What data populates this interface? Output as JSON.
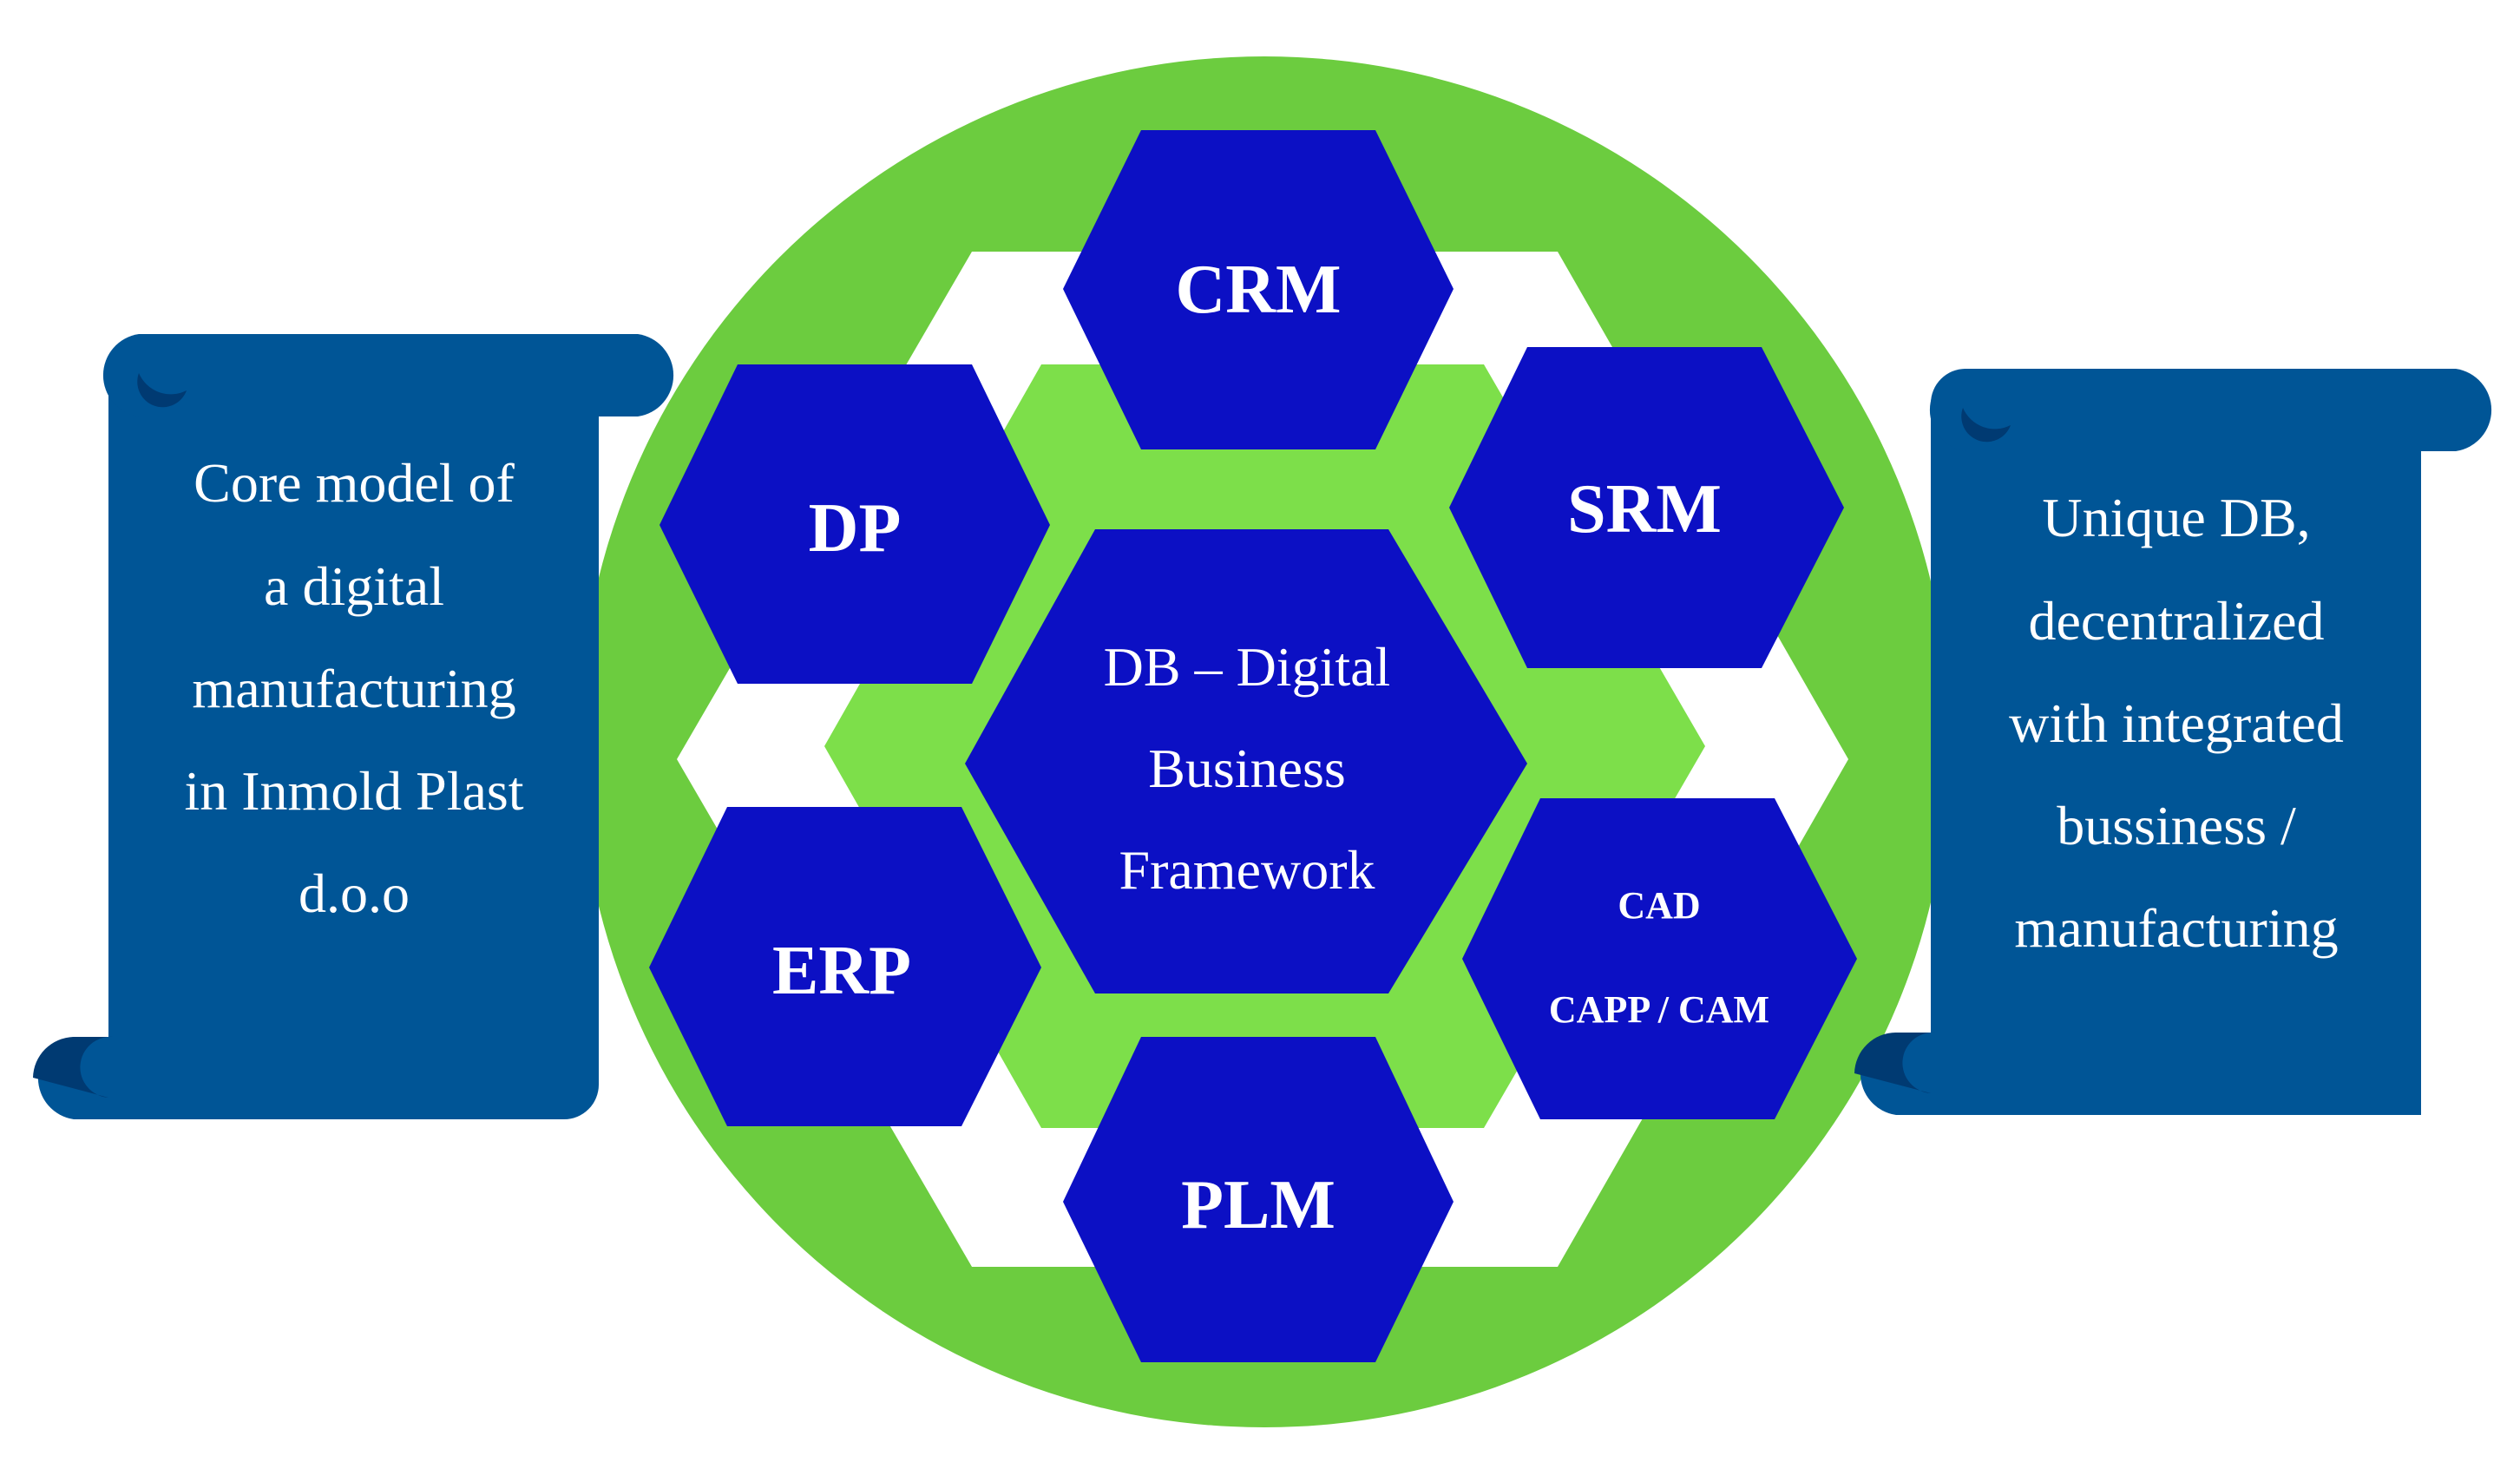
{
  "colors": {
    "circle_green": "#6ccc3f",
    "inner_green": "#7ddf4a",
    "hex_blue": "#0c10c4",
    "scroll_blue": "#005596",
    "scroll_dark": "#003a72",
    "background": "#ffffff"
  },
  "left_scroll": {
    "lines": [
      "Core model of",
      "a digital",
      "manufacturing",
      "in Inmold Plast",
      "d.o.o"
    ]
  },
  "right_scroll": {
    "lines": [
      "Unique DB,",
      "decentralized",
      "with integrated",
      "bussiness /",
      "manufacturing"
    ]
  },
  "core": {
    "lines": [
      "DB – Digital",
      "Business",
      "Framework"
    ]
  },
  "modules": {
    "crm": "CRM",
    "srm": "SRM",
    "dp": "DP",
    "erp": "ERP",
    "plm": "PLM",
    "cad": "CAD",
    "capp_cam": "CAPP / CAM"
  }
}
